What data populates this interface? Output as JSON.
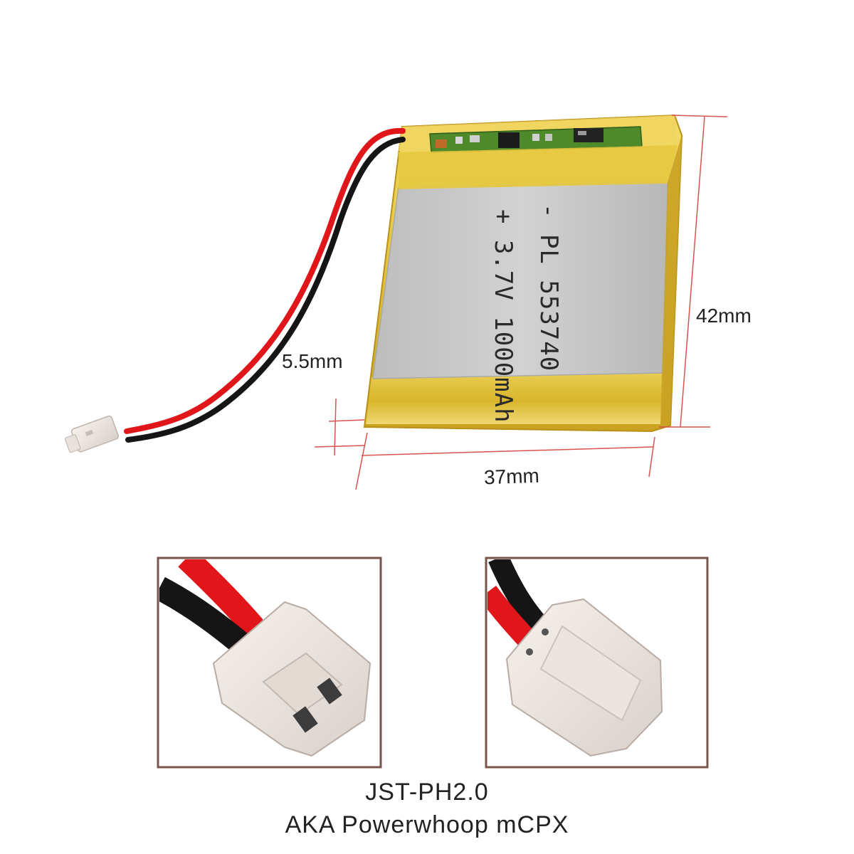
{
  "dimensions": {
    "thickness": "5.5mm",
    "height": "42mm",
    "width": "37mm"
  },
  "battery": {
    "printed_line_1": "- PL 553740",
    "printed_line_2": "+ 3.7V 1000mAh"
  },
  "caption": {
    "line_1": "JST-PH2.0",
    "line_2": "AKA Powerwhoop mCPX"
  },
  "colors": {
    "wrap_yellow": "#e3c23a",
    "cell_silver": "#c9c9c9",
    "wire_red": "#e0161b",
    "wire_black": "#151515",
    "connector_white": "#efe8e2",
    "frame_brown": "#7a5448",
    "dimension_line": "#d9534f"
  }
}
